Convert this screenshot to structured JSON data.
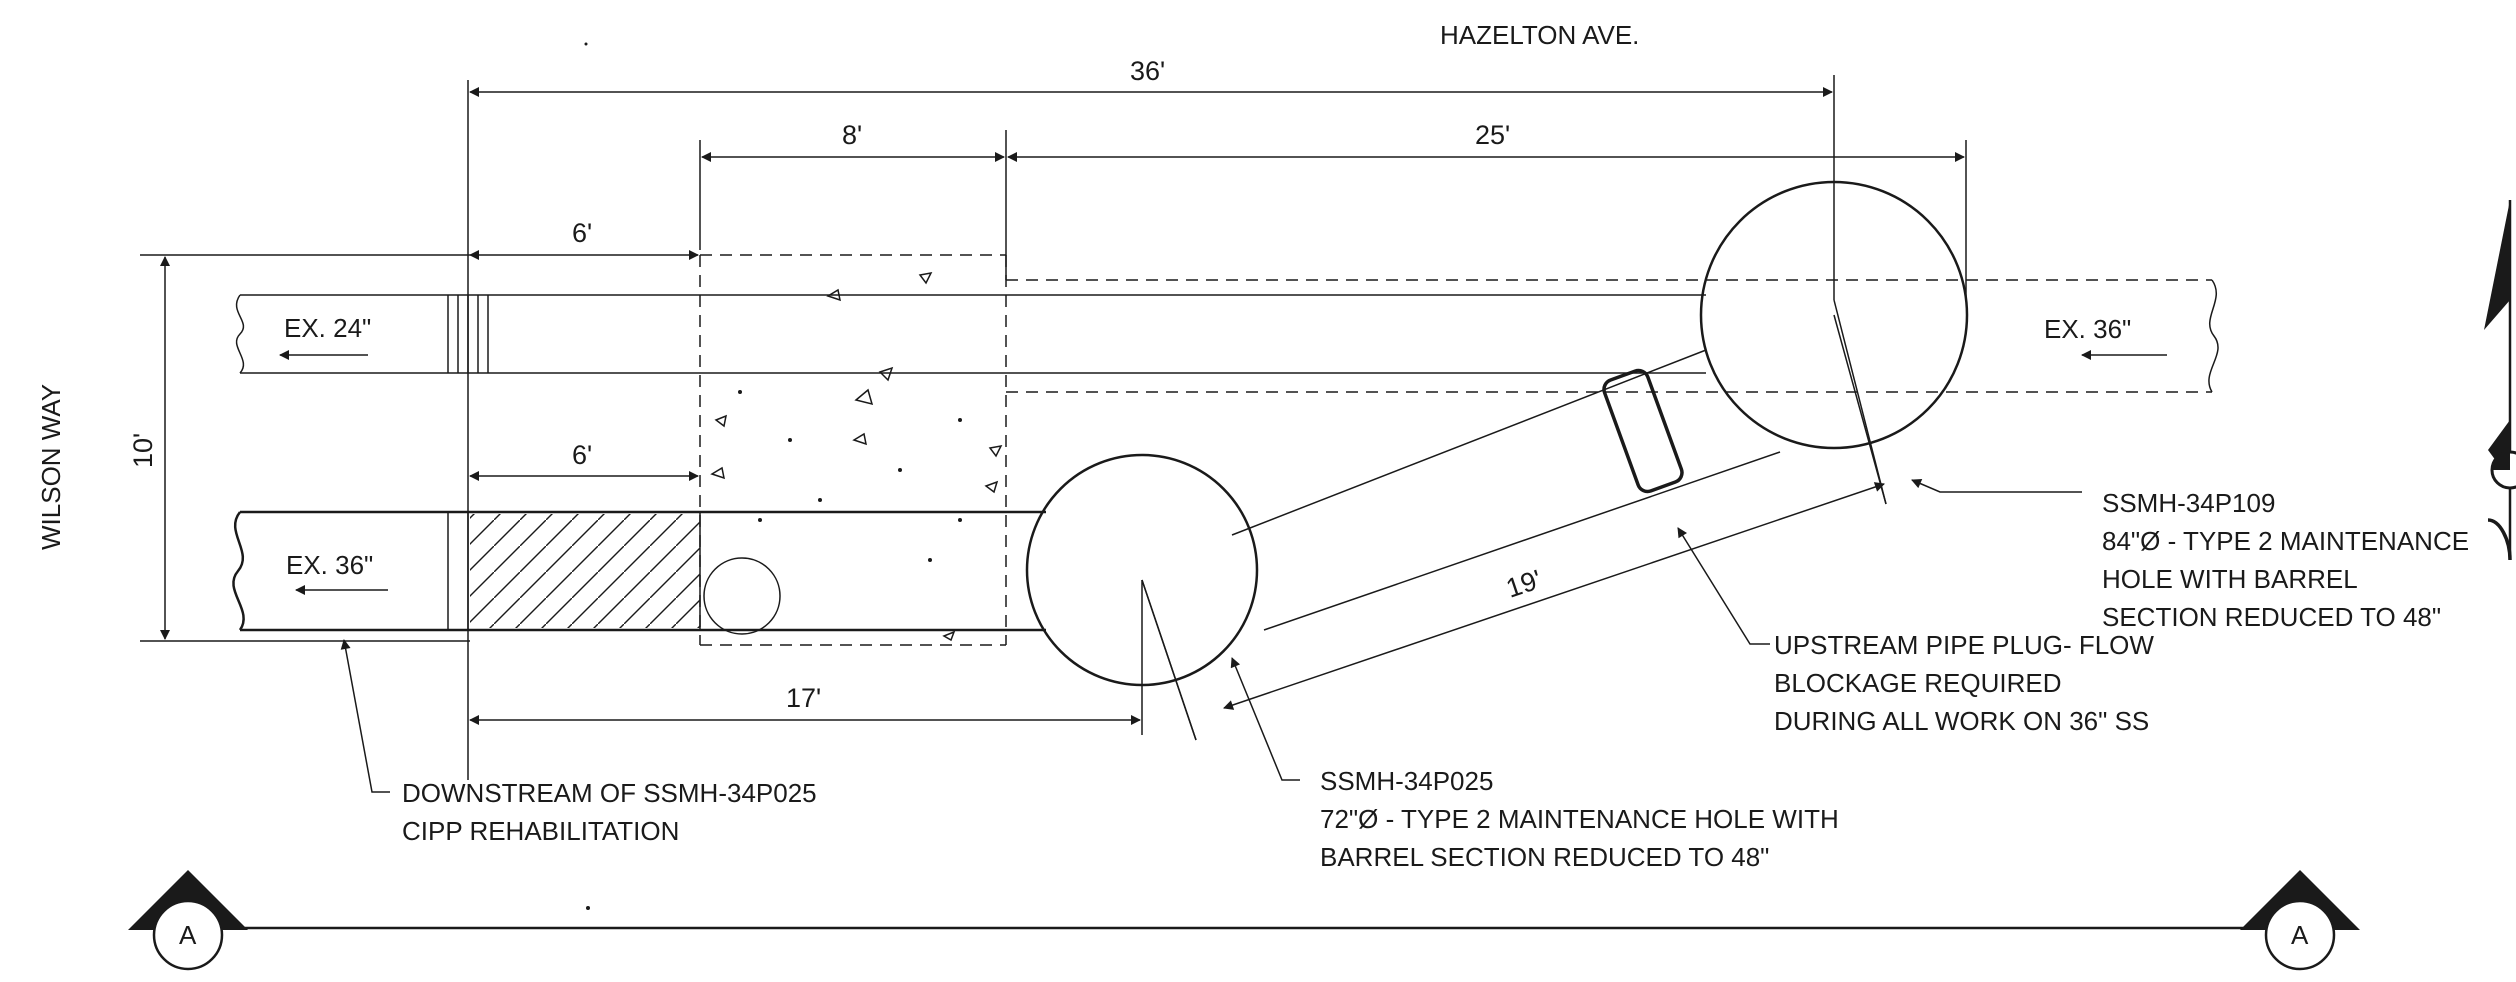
{
  "labels": {
    "street_top": "HAZELTON AVE.",
    "street_left": "WILSON WAY",
    "pipe_ex24": "EX. 24\"",
    "pipe_ex36_right": "EX. 36\"",
    "pipe_ex36_left": "EX. 36\""
  },
  "dimensions": {
    "d36": "36'",
    "d8": "8'",
    "d25": "25'",
    "d6_top": "6'",
    "d6_bottom": "6'",
    "d10": "10'",
    "d17": "17'",
    "d19": "19'"
  },
  "callouts": {
    "mh109": {
      "line1": "SSMH-34P109",
      "line2": "84\"Ø - TYPE 2 MAINTENANCE",
      "line3": "HOLE WITH BARREL",
      "line4": "SECTION REDUCED TO 48\""
    },
    "plug": {
      "line1": "UPSTREAM PIPE PLUG- FLOW",
      "line2": "BLOCKAGE REQUIRED",
      "line3": "DURING ALL WORK ON 36\" SS"
    },
    "mh025": {
      "line1": "SSMH-34P025",
      "line2": "72\"Ø - TYPE 2 MAINTENANCE HOLE WITH",
      "line3": "BARREL SECTION REDUCED TO 48\""
    },
    "cipp": {
      "line1": "DOWNSTREAM OF SSMH-34P025",
      "line2": "CIPP REHABILITATION"
    }
  },
  "section_markers": {
    "left": "A",
    "right": "A"
  }
}
